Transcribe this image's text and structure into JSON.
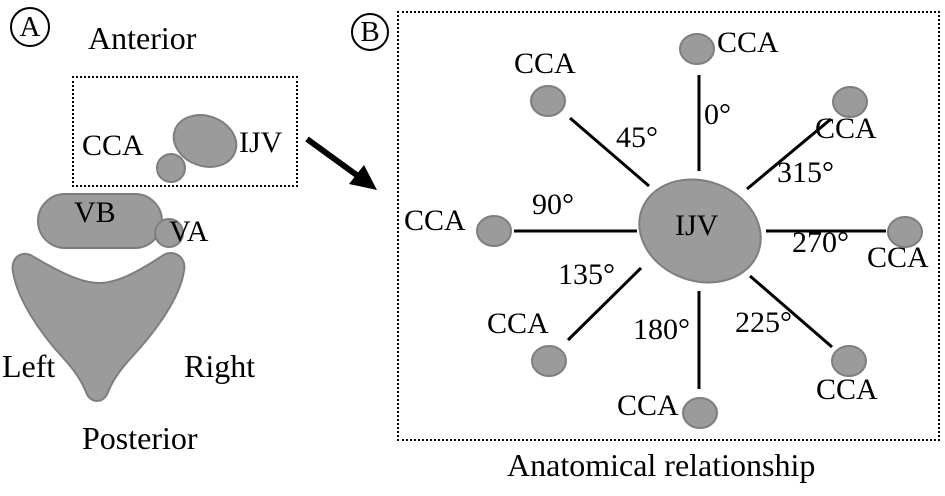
{
  "colors": {
    "shape_fill": "#9b9b9b",
    "shape_stroke": "#7e7e7e",
    "line": "#000000",
    "text": "#000000",
    "background": "#ffffff"
  },
  "panel_a": {
    "badge": "A",
    "orientation": {
      "top": "Anterior",
      "bottom": "Posterior",
      "left": "Left",
      "right": "Right"
    },
    "structures": {
      "cca": "CCA",
      "ijv": "IJV",
      "vb": "VB",
      "va": "VA"
    }
  },
  "panel_b": {
    "badge": "B",
    "center_label": "IJV",
    "caption": "Anatomical relationship",
    "spokes": [
      {
        "angle": "0°",
        "label": "CCA"
      },
      {
        "angle": "45°",
        "label": "CCA"
      },
      {
        "angle": "90°",
        "label": "CCA"
      },
      {
        "angle": "135°",
        "label": "CCA"
      },
      {
        "angle": "180°",
        "label": "CCA"
      },
      {
        "angle": "225°",
        "label": "CCA"
      },
      {
        "angle": "270°",
        "label": "CCA"
      },
      {
        "angle": "315°",
        "label": "CCA"
      }
    ]
  }
}
